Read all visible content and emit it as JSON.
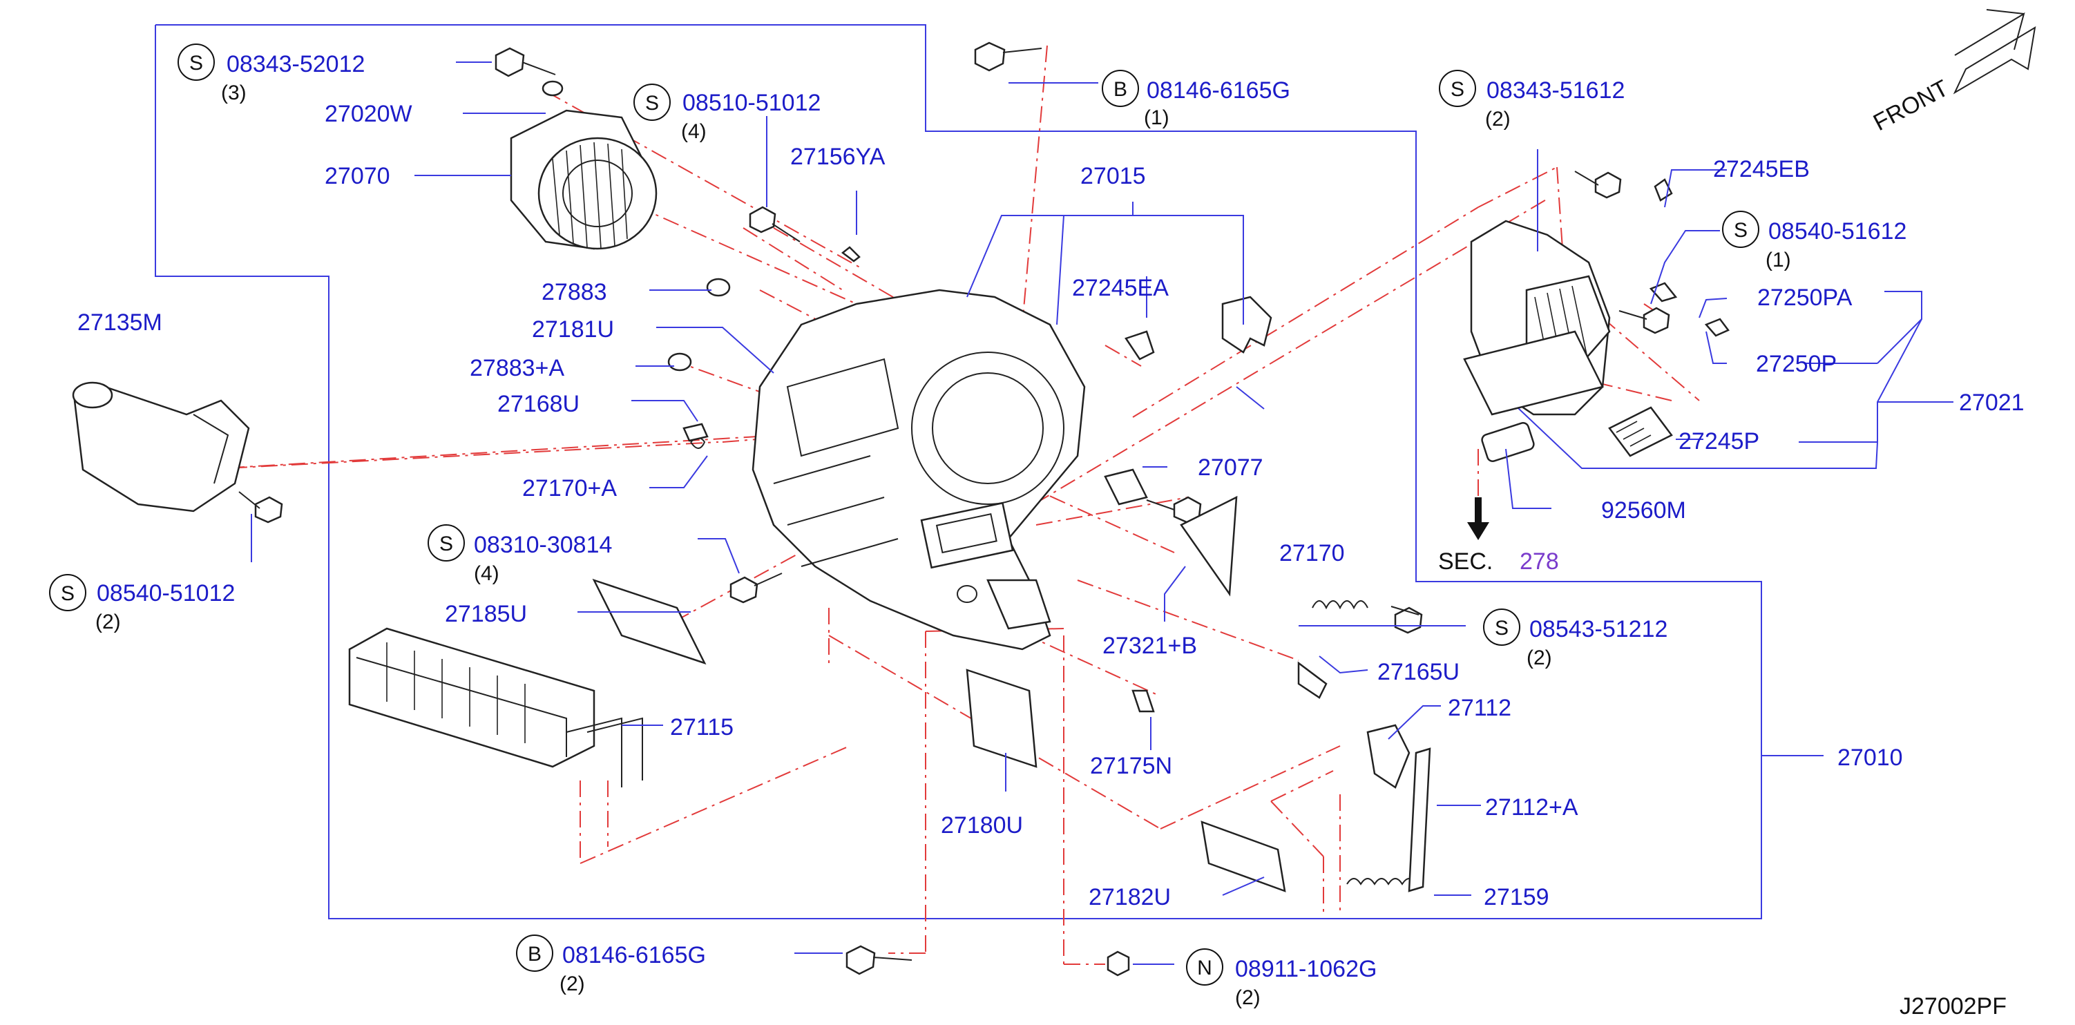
{
  "colors": {
    "label": "#1c1cc8",
    "leader": "#3a3ae0",
    "phantom": "#e23a3a",
    "sec_link": "#7a3ccc",
    "ink": "#111111"
  },
  "diagram_id": "J27002PF",
  "front_label": "FRONT",
  "sec": {
    "prefix": "SEC.",
    "number": "278"
  },
  "fasteners": [
    {
      "prefix": "S",
      "part": "08343-52012",
      "qty": "(3)"
    },
    {
      "prefix": "S",
      "part": "08510-51012",
      "qty": "(4)"
    },
    {
      "prefix": "B",
      "part": "08146-6165G",
      "qty": "(1)"
    },
    {
      "prefix": "S",
      "part": "08343-51612",
      "qty": "(2)"
    },
    {
      "prefix": "S",
      "part": "08540-51612",
      "qty": "(1)"
    },
    {
      "prefix": "S",
      "part": "08540-51012",
      "qty": "(2)"
    },
    {
      "prefix": "S",
      "part": "08310-30814",
      "qty": "(4)"
    },
    {
      "prefix": "S",
      "part": "08543-51212",
      "qty": "(2)"
    },
    {
      "prefix": "B",
      "part": "08146-6165G",
      "qty": "(2)"
    },
    {
      "prefix": "N",
      "part": "08911-1062G",
      "qty": "(2)"
    }
  ],
  "parts": [
    "27020W",
    "27070",
    "27156YA",
    "27015",
    "27883",
    "27245EA",
    "27181U",
    "27883+A",
    "27168U",
    "27170+A",
    "27135M",
    "27077",
    "27185U",
    "27321+B",
    "27115",
    "27170",
    "27165U",
    "27175N",
    "27180U",
    "27112",
    "27112+A",
    "27010",
    "27182U",
    "27159",
    "27245EB",
    "27250PA",
    "27250P",
    "27021",
    "27245P",
    "92560M"
  ]
}
